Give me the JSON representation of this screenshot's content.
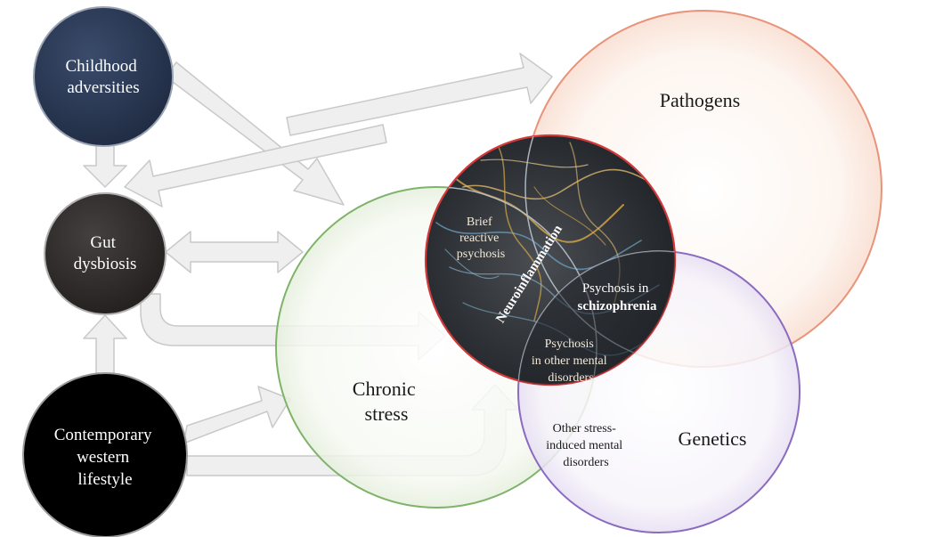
{
  "nodes": {
    "childhood": {
      "line1": "Childhood",
      "line2": "adversities"
    },
    "gut": {
      "line1": "Gut",
      "line2": "dysbiosis"
    },
    "lifestyle": {
      "line1": "Contemporary",
      "line2": "western",
      "line3": "lifestyle"
    }
  },
  "circles": {
    "pathogens": "Pathogens",
    "chronic_stress": {
      "line1": "Chronic",
      "line2": "stress"
    },
    "genetics": "Genetics",
    "neuroinflammation": "Neuroinflammation"
  },
  "regions": {
    "brief_reactive": {
      "line1": "Brief",
      "line2": "reactive",
      "line3": "psychosis"
    },
    "schizophrenia": {
      "line1": "Psychosis in",
      "line2": "schizophrenia"
    },
    "other_mental": {
      "line1": "Psychosis",
      "line2": "in other mental",
      "line3": "disorders"
    },
    "other_stress": {
      "line1": "Other stress-",
      "line2": "induced mental",
      "line3": "disorders"
    }
  },
  "colors": {
    "childhood_fill": "#2b3a55",
    "gut_fill": "#2f2b2b",
    "lifestyle_fill": "#000000",
    "pathogens_edge": "#e8937a",
    "chronic_edge": "#7fb36a",
    "genetics_edge": "#8a6bbf",
    "neuro_edge": "#d23a3a"
  }
}
